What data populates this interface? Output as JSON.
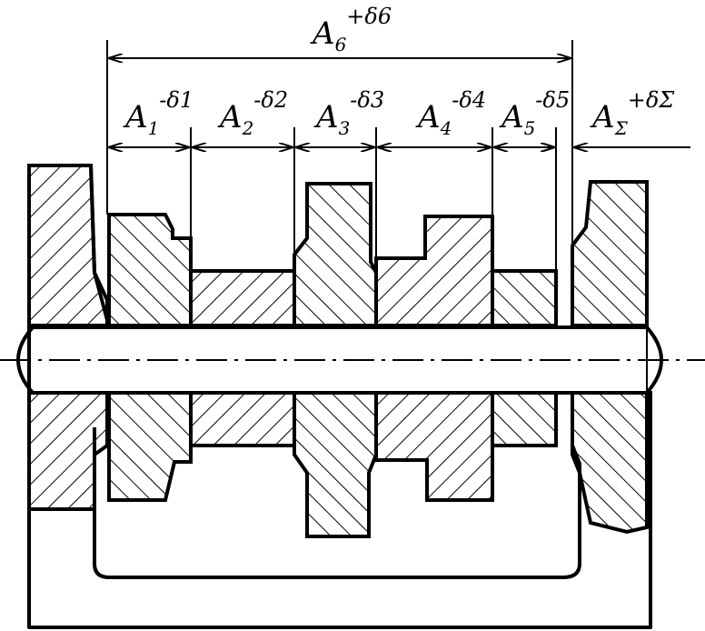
{
  "title": "",
  "dimensions": [
    {
      "id": "a6",
      "base": "A",
      "sub": "6",
      "sup": "+δ6"
    },
    {
      "id": "a1",
      "base": "A",
      "sub": "1",
      "sup": "-δ1"
    },
    {
      "id": "a2",
      "base": "A",
      "sub": "2",
      "sup": "-δ2"
    },
    {
      "id": "a3",
      "base": "A",
      "sub": "3",
      "sup": "-δ3"
    },
    {
      "id": "a4",
      "base": "A",
      "sub": "4",
      "sup": "-δ4"
    },
    {
      "id": "a5",
      "base": "A",
      "sub": "5",
      "sup": "-δ5"
    },
    {
      "id": "asum",
      "base": "A",
      "sub": "Σ",
      "sup": "+δΣ"
    }
  ]
}
